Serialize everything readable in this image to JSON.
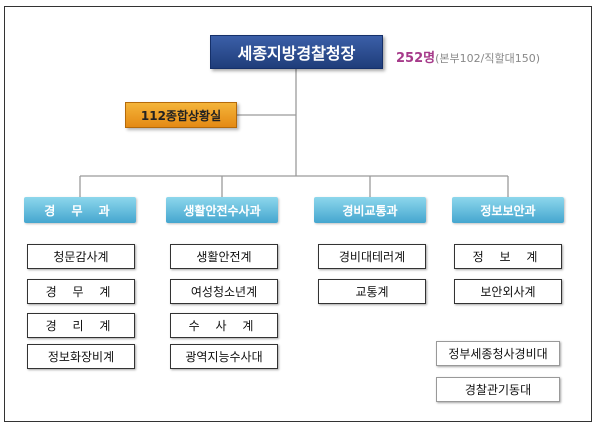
{
  "chief": {
    "label": "세종지방경찰청장"
  },
  "headcount": {
    "total": "252명",
    "detail": "(본부102/직할대150)"
  },
  "situation_room": {
    "label": "112종합상황실"
  },
  "departments": [
    {
      "label": "경  무  과",
      "units": [
        "청문감사계",
        "경  무  계",
        "경  리  계",
        "정보화장비계"
      ]
    },
    {
      "label": "생활안전수사과",
      "units": [
        "생활안전계",
        "여성청소년계",
        "수  사  계",
        "광역지능수사대"
      ]
    },
    {
      "label": "경비교통과",
      "units": [
        "경비대테러계",
        "교통계"
      ]
    },
    {
      "label": "정보보안과",
      "units": [
        "정  보  계",
        "보안외사계"
      ]
    }
  ],
  "direct_units": [
    "정부세종청사경비대",
    "경찰관기동대"
  ],
  "colors": {
    "chief": "#1f3d7a",
    "situation_room": "#e48a14",
    "department": "#45a6cf",
    "line": "#999999"
  }
}
